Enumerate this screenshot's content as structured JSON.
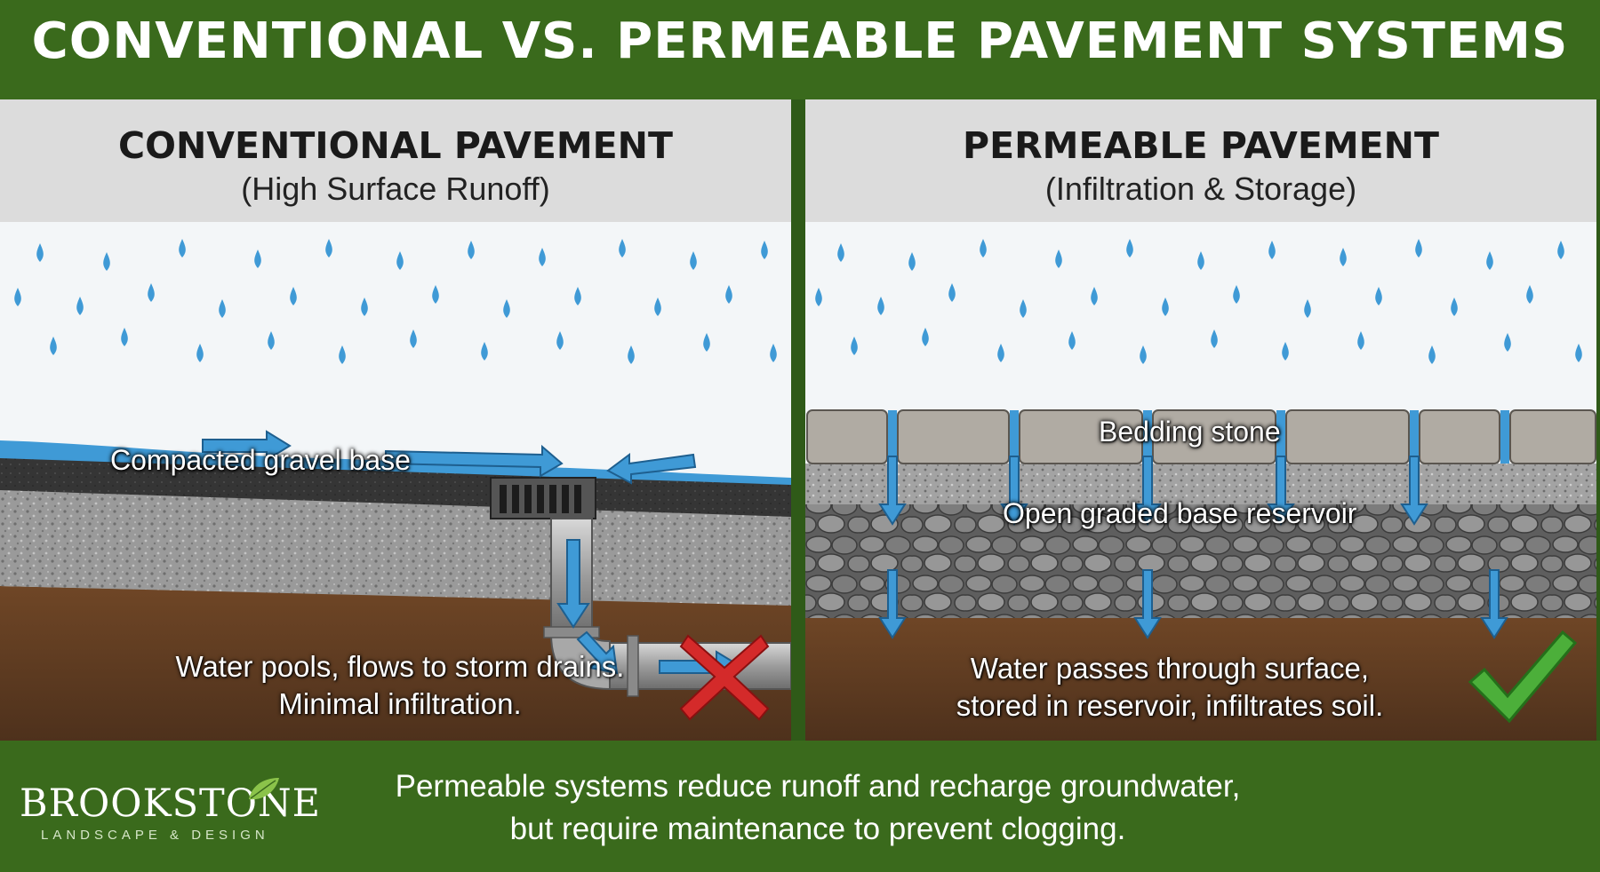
{
  "title": "CONVENTIONAL VS. PERMEABLE PAVEMENT SYSTEMS",
  "conventional": {
    "title": "CONVENTIONAL PAVEMENT",
    "subtitle": "(High Surface Runoff)",
    "label_gravel": "Compacted gravel base",
    "caption_line1": "Water pools, flows to storm drains.",
    "caption_line2": "Minimal infiltration.",
    "verdict_icon": "red-x-icon"
  },
  "permeable": {
    "title": "PERMEABLE PAVEMENT",
    "subtitle": "(Infiltration & Storage)",
    "label_bedding": "Bedding stone",
    "label_reservoir": "Open graded base reservoir",
    "caption_line1": "Water passes through surface,",
    "caption_line2": "stored in reservoir, infiltrates soil.",
    "verdict_icon": "green-check-icon"
  },
  "footer": {
    "brand_name": "BROOKSTONE",
    "brand_sub": "LANDSCAPE & DESIGN",
    "note_line1": "Permeable systems reduce runoff and recharge groundwater,",
    "note_line2": "but require maintenance to prevent clogging."
  },
  "colors": {
    "header_green": "#3a6a1c",
    "water_blue": "#3f9ad6",
    "asphalt": "#333333",
    "soil": "#6b4426",
    "fail_red": "#d42a2a",
    "pass_green": "#4caf3a"
  }
}
